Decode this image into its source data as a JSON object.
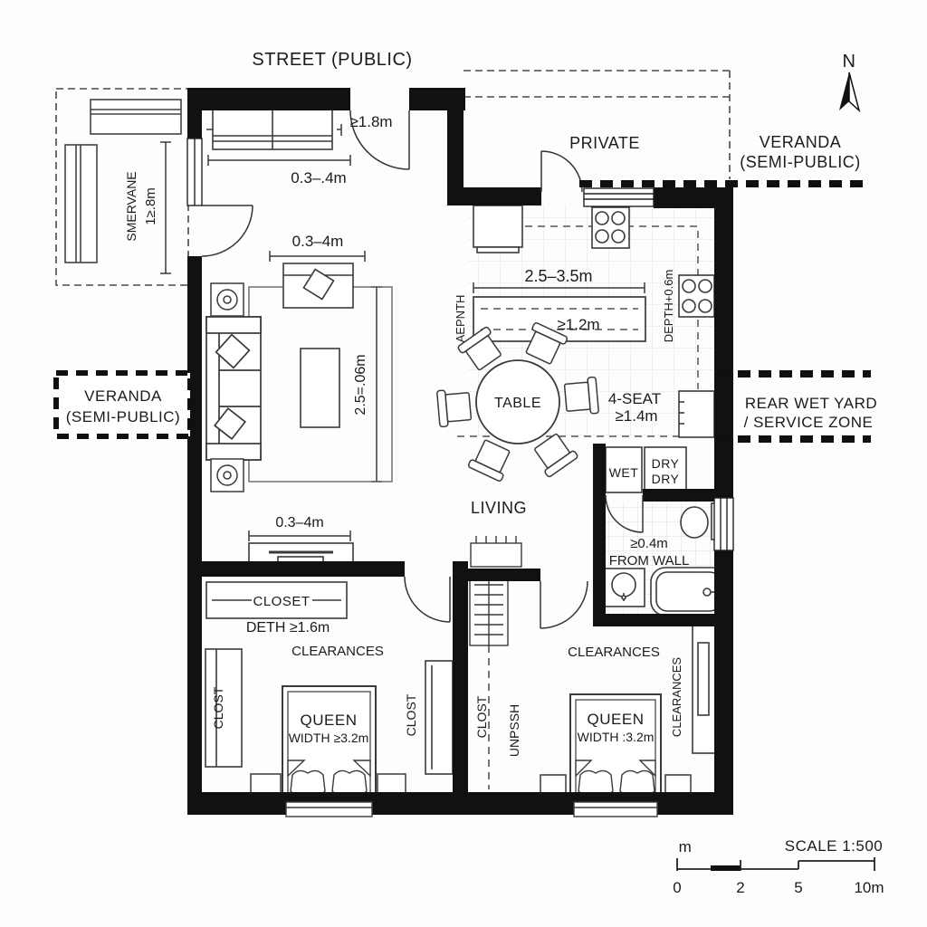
{
  "title": {
    "street": "STREET (PUBLIC)"
  },
  "compass": {
    "north": "N"
  },
  "zones": {
    "private": "PRIVATE",
    "veranda_right_1": "VERANDA",
    "veranda_right_2": "(SEMI-PUBLIC)",
    "veranda_left_1": "VERANDA",
    "veranda_left_2": "(SEMI-PUBLIC)",
    "rear_yard_1": "REAR WET YARD",
    "rear_yard_2": "/ SERVICE ZONE",
    "veranda_top_label": "SMERVANE",
    "veranda_top_dim": "1≥.8m"
  },
  "living": {
    "label": "LIVING",
    "bench_dim": "0.3–.4m",
    "entry_dim": "≥1.8m",
    "armchair_dim": "0.3–4m",
    "rug_dim": "2.5=.06m",
    "tv_dim": "0.3–4m"
  },
  "kitchen": {
    "island_width": "2.5–3.5m",
    "island_depth": "≥1.2m",
    "island_side": "AEPNTH",
    "counter_depth": "DEPTH+0.6m",
    "table": "TABLE",
    "seat_1": "4-SEAT",
    "seat_2": "≥1.4m",
    "wet": "WET",
    "dry_1": "DRY",
    "dry_2": "DRY"
  },
  "bath": {
    "clear_1": "≥0.4m",
    "clear_2": "FROM WALL"
  },
  "bedroom1": {
    "closet": "CLOSET",
    "closet_depth": "DETH ≥1.6m",
    "clearances": "CLEARANCES",
    "closet_left": "CLOST",
    "closet_right": "CLOST",
    "bed_1": "QUEEN",
    "bed_2": "WIDTH ≥3.2m"
  },
  "bedroom2": {
    "clearances": "CLEARANCES",
    "closet_left": "CLOST",
    "hall": "UNPSSH",
    "closet_right": "CLEARANCES",
    "bed_1": "QUEEN",
    "bed_2": "WIDTH :3.2m"
  },
  "scale": {
    "unit": "m",
    "title": "SCALE 1:500",
    "t0": "0",
    "t2": "2",
    "t5": "5",
    "t10": "10m"
  },
  "colors": {
    "wall": "#111111",
    "ink": "#222222",
    "tile": "#e0e0e0",
    "paper": "#fdfdfc"
  }
}
